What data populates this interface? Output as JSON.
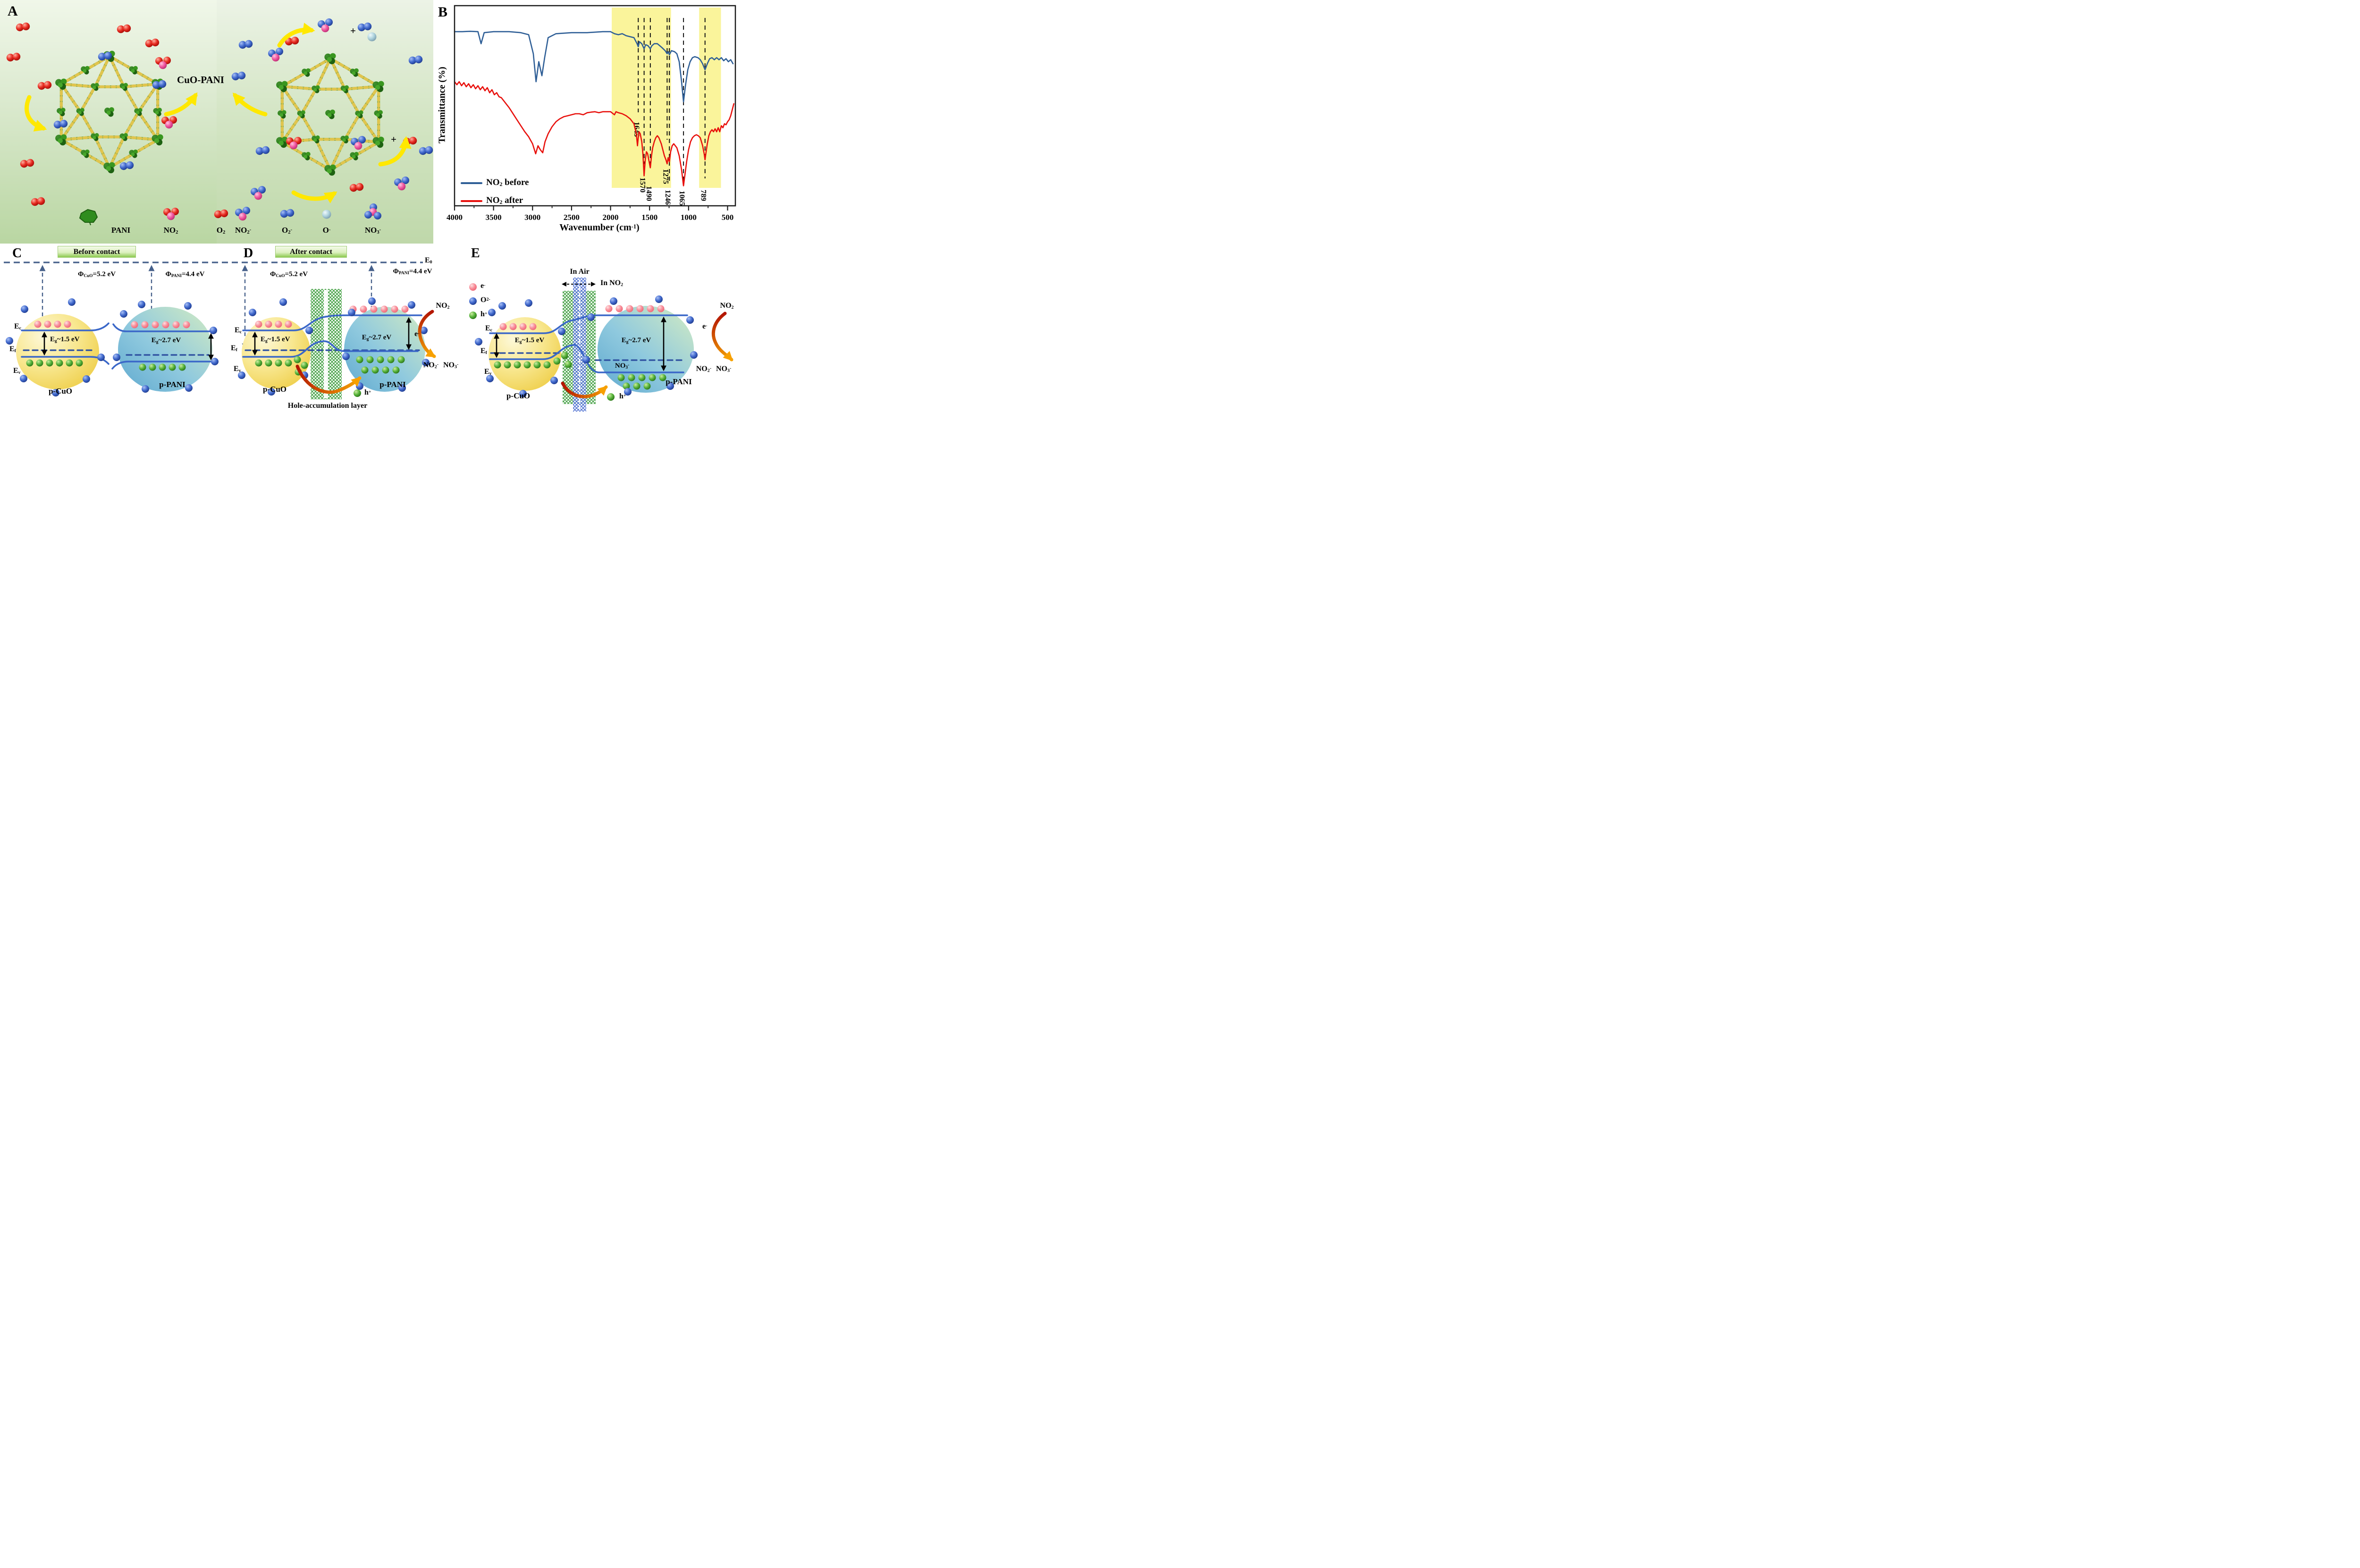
{
  "panel_a": {
    "label": "A",
    "center_label": "CuO-PANI",
    "plus_signs": [
      "+",
      "+"
    ],
    "legend_left": [
      {
        "text": "PANI"
      },
      {
        "base": "NO",
        "sub": "2"
      },
      {
        "base": "O",
        "sub": "2"
      }
    ],
    "legend_right": [
      {
        "base": "NO",
        "sub": "2",
        "sup": "-"
      },
      {
        "base": "O",
        "sub": "2",
        "sup": "-"
      },
      {
        "base": "O",
        "sup": "-"
      },
      {
        "base": "NO",
        "sub": "3",
        "sup": "-"
      }
    ]
  },
  "panel_b": {
    "label": "B",
    "chart_data": {
      "type": "line",
      "xlabel_parts": {
        "base": "Wavenumber (cm",
        "sup": "-1",
        "close": ")"
      },
      "ylabel": "Transmittance (%)",
      "x_axis": {
        "min": 400,
        "max": 4000,
        "reversed": true,
        "major_ticks": [
          4000,
          3500,
          3000,
          2500,
          2000,
          1500,
          1000,
          500
        ],
        "minor_ticks": [
          3750,
          3250,
          2750,
          2250,
          1750,
          1250,
          750
        ]
      },
      "y_axis": {
        "ticks_shown": false
      },
      "highlight_bands": [
        [
          1985,
          1225
        ],
        [
          865,
          585
        ]
      ],
      "highlight_color": "#FAF49B",
      "peak_lines": [
        1645,
        1570,
        1490,
        1275,
        1246,
        1065,
        789
      ],
      "legend_position": "lower-left",
      "series": [
        {
          "name": "NO2 before",
          "label_parts": {
            "base": "NO",
            "sub": "2",
            "rest": " before"
          },
          "color": "#2E5E96",
          "points": [
            [
              4000,
              87
            ],
            [
              3900,
              87
            ],
            [
              3800,
              87.2
            ],
            [
              3700,
              87
            ],
            [
              3660,
              81
            ],
            [
              3620,
              86.5
            ],
            [
              3500,
              87
            ],
            [
              3300,
              87
            ],
            [
              3150,
              86.5
            ],
            [
              3050,
              85.5
            ],
            [
              2990,
              76
            ],
            [
              2955,
              62
            ],
            [
              2920,
              72
            ],
            [
              2880,
              65
            ],
            [
              2845,
              74
            ],
            [
              2800,
              84
            ],
            [
              2700,
              86
            ],
            [
              2500,
              86.5
            ],
            [
              2300,
              86.5
            ],
            [
              2100,
              87
            ],
            [
              2000,
              87
            ],
            [
              1950,
              86
            ],
            [
              1900,
              85.5
            ],
            [
              1850,
              86
            ],
            [
              1800,
              85
            ],
            [
              1750,
              84.5
            ],
            [
              1700,
              84
            ],
            [
              1660,
              81
            ],
            [
              1645,
              79.5
            ],
            [
              1630,
              82
            ],
            [
              1600,
              81
            ],
            [
              1570,
              78.5
            ],
            [
              1550,
              80.5
            ],
            [
              1520,
              80
            ],
            [
              1490,
              78.5
            ],
            [
              1470,
              80
            ],
            [
              1440,
              81
            ],
            [
              1400,
              81
            ],
            [
              1370,
              80
            ],
            [
              1340,
              79
            ],
            [
              1300,
              77.5
            ],
            [
              1275,
              76
            ],
            [
              1260,
              77
            ],
            [
              1246,
              75.5
            ],
            [
              1220,
              77.5
            ],
            [
              1180,
              77
            ],
            [
              1150,
              76
            ],
            [
              1120,
              72
            ],
            [
              1090,
              62
            ],
            [
              1065,
              52
            ],
            [
              1040,
              60
            ],
            [
              1010,
              68
            ],
            [
              980,
              72
            ],
            [
              950,
              74
            ],
            [
              920,
              74.5
            ],
            [
              880,
              74
            ],
            [
              850,
              73
            ],
            [
              820,
              71
            ],
            [
              789,
              68
            ],
            [
              760,
              71
            ],
            [
              730,
              73.5
            ],
            [
              700,
              74
            ],
            [
              670,
              73
            ],
            [
              640,
              74
            ],
            [
              610,
              73
            ],
            [
              580,
              74
            ],
            [
              550,
              72.5
            ],
            [
              520,
              73.5
            ],
            [
              490,
              72
            ],
            [
              460,
              73
            ],
            [
              430,
              71
            ]
          ]
        },
        {
          "name": "NO2 after",
          "label_parts": {
            "base": "NO",
            "sub": "2",
            "rest": " after"
          },
          "color": "#E8100C",
          "points": [
            [
              4000,
              62
            ],
            [
              3970,
              60.5
            ],
            [
              3940,
              62
            ],
            [
              3910,
              60
            ],
            [
              3880,
              61.5
            ],
            [
              3850,
              59.5
            ],
            [
              3820,
              61
            ],
            [
              3790,
              59
            ],
            [
              3760,
              60.5
            ],
            [
              3730,
              58.5
            ],
            [
              3700,
              60
            ],
            [
              3670,
              58
            ],
            [
              3640,
              59.5
            ],
            [
              3610,
              57.5
            ],
            [
              3580,
              59
            ],
            [
              3550,
              56.5
            ],
            [
              3520,
              58
            ],
            [
              3490,
              55.5
            ],
            [
              3460,
              56.5
            ],
            [
              3430,
              54.5
            ],
            [
              3400,
              54
            ],
            [
              3350,
              51.5
            ],
            [
              3300,
              49
            ],
            [
              3250,
              46
            ],
            [
              3200,
              43
            ],
            [
              3150,
              40
            ],
            [
              3100,
              37
            ],
            [
              3050,
              34.5
            ],
            [
              3000,
              31
            ],
            [
              2960,
              26
            ],
            [
              2930,
              30
            ],
            [
              2900,
              28
            ],
            [
              2870,
              26.5
            ],
            [
              2840,
              32
            ],
            [
              2800,
              36
            ],
            [
              2750,
              39.5
            ],
            [
              2700,
              42
            ],
            [
              2650,
              43.5
            ],
            [
              2600,
              44.5
            ],
            [
              2550,
              45
            ],
            [
              2500,
              45.5
            ],
            [
              2450,
              46
            ],
            [
              2400,
              46
            ],
            [
              2350,
              45.5
            ],
            [
              2300,
              46.5
            ],
            [
              2250,
              46.8
            ],
            [
              2200,
              47
            ],
            [
              2150,
              46.5
            ],
            [
              2100,
              47
            ],
            [
              2050,
              47
            ],
            [
              2000,
              47
            ],
            [
              1950,
              45.5
            ],
            [
              1930,
              47
            ],
            [
              1900,
              46.5
            ],
            [
              1850,
              46
            ],
            [
              1800,
              45
            ],
            [
              1750,
              43.5
            ],
            [
              1700,
              41
            ],
            [
              1670,
              36
            ],
            [
              1655,
              30
            ],
            [
              1645,
              34
            ],
            [
              1635,
              37
            ],
            [
              1620,
              36
            ],
            [
              1600,
              32
            ],
            [
              1585,
              26
            ],
            [
              1570,
              15
            ],
            [
              1555,
              23
            ],
            [
              1540,
              27
            ],
            [
              1525,
              26
            ],
            [
              1510,
              23
            ],
            [
              1490,
              19
            ],
            [
              1475,
              25
            ],
            [
              1460,
              29
            ],
            [
              1440,
              32
            ],
            [
              1420,
              34
            ],
            [
              1400,
              35
            ],
            [
              1380,
              34
            ],
            [
              1350,
              31
            ],
            [
              1330,
              28
            ],
            [
              1310,
              25
            ],
            [
              1290,
              23
            ],
            [
              1275,
              21
            ],
            [
              1262,
              24
            ],
            [
              1246,
              22
            ],
            [
              1230,
              27
            ],
            [
              1210,
              30
            ],
            [
              1190,
              31
            ],
            [
              1170,
              30
            ],
            [
              1150,
              29
            ],
            [
              1120,
              25
            ],
            [
              1090,
              18
            ],
            [
              1065,
              10
            ],
            [
              1045,
              16
            ],
            [
              1025,
              22
            ],
            [
              1000,
              28
            ],
            [
              975,
              32
            ],
            [
              950,
              34
            ],
            [
              925,
              35
            ],
            [
              900,
              35.5
            ],
            [
              875,
              35
            ],
            [
              850,
              34
            ],
            [
              820,
              30
            ],
            [
              800,
              26
            ],
            [
              789,
              23
            ],
            [
              775,
              27
            ],
            [
              760,
              31
            ],
            [
              740,
              35
            ],
            [
              720,
              37
            ],
            [
              700,
              38
            ],
            [
              680,
              37
            ],
            [
              660,
              38.5
            ],
            [
              640,
              37
            ],
            [
              620,
              39
            ],
            [
              600,
              37
            ],
            [
              580,
              40
            ],
            [
              560,
              39
            ],
            [
              540,
              41
            ],
            [
              520,
              40.5
            ],
            [
              500,
              42
            ],
            [
              480,
              43
            ],
            [
              460,
              45
            ],
            [
              440,
              48
            ],
            [
              420,
              51
            ]
          ]
        }
      ]
    }
  },
  "symbols": {
    "e0": {
      "base": "E",
      "sub": "0"
    },
    "ec": {
      "base": "E",
      "sub": "c"
    },
    "ef": {
      "base": "E",
      "sub": "f"
    },
    "ev": {
      "base": "E",
      "sub": "v"
    },
    "phi_cuo": {
      "base": "Φ",
      "sub": "CuO",
      "rest": "=5.2 eV"
    },
    "phi_pani": {
      "base": "Φ",
      "sub": "PANI",
      "rest": "=4.4 eV"
    },
    "eg_cuo": {
      "base": "E",
      "sub": "g",
      "rest": "~1.5 eV"
    },
    "eg_pani": {
      "base": "E",
      "sub": "g",
      "rest": "~2.7 eV"
    },
    "p_cuo": "p-CuO",
    "p_pani": "p-PANI",
    "no2": {
      "base": "NO",
      "sub": "2"
    },
    "no2_minus": {
      "base": "NO",
      "sub": "2",
      "sup": "-"
    },
    "no3_minus": {
      "base": "NO",
      "sub": "3",
      "sup": "-"
    },
    "e_minus": {
      "base": "e",
      "sup": "-"
    },
    "h_plus": {
      "base": "h",
      "sup": "+"
    },
    "o2_minus_ion": {
      "base": "O",
      "sup": "2-"
    }
  },
  "panel_c": {
    "label": "C",
    "title": "Before contact"
  },
  "panel_d": {
    "label": "D",
    "title": "After contact",
    "layer_label": "Hole-accumulation layer"
  },
  "panel_e": {
    "label": "E",
    "in_air": "In Air",
    "in_no2_parts": {
      "base": "In NO",
      "sub": "2"
    },
    "legend_order": [
      "e-",
      "O2-",
      "h+"
    ]
  },
  "colors": {
    "highlight": "#FAF49B",
    "series_before": "#2E5E96",
    "series_after": "#E8100C",
    "band_line": "#3A67C8",
    "fermi_dash": "#2D4FA0",
    "vacuum_dash": "#46608A",
    "hole_green": "#4CA32E",
    "electron_pink": "#F4828E",
    "oxygen_blue": "#3A62C4",
    "arrow_yellow": "#FFE800",
    "arrow_gradient": [
      "#B31500",
      "#F7A800"
    ]
  }
}
